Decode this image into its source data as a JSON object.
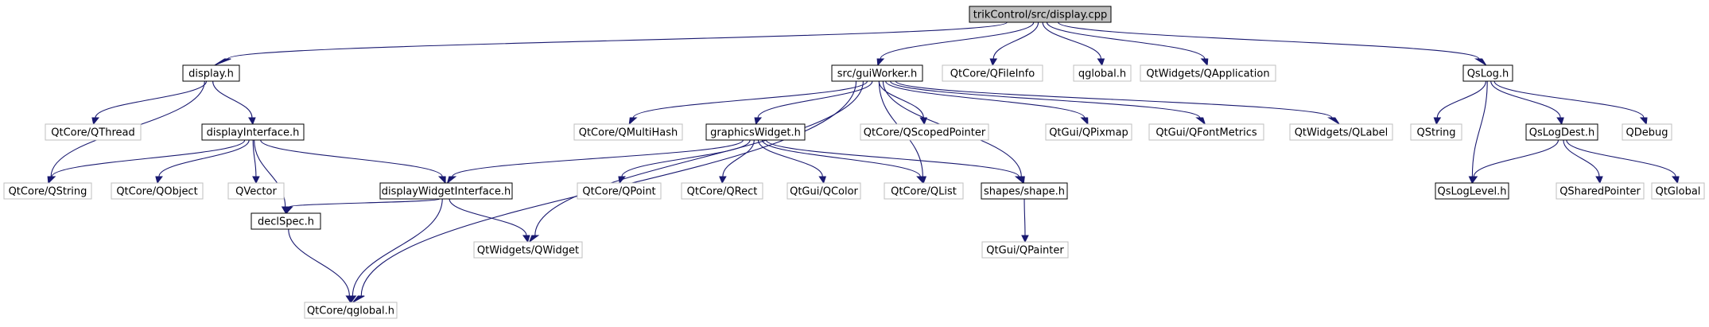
{
  "colors": {
    "edge": "#191970",
    "root_fill": "#bfbfbf",
    "project_border": "#000000",
    "external_border": "#bfbfbf",
    "node_fill": "#ffffff"
  },
  "nodes": [
    {
      "id": "display_cpp",
      "label": "trikControl/src/display.cpp",
      "kind": "root"
    },
    {
      "id": "display_h",
      "label": "display.h",
      "kind": "project"
    },
    {
      "id": "guiworker_h",
      "label": "src/guiWorker.h",
      "kind": "project"
    },
    {
      "id": "qfileinfo",
      "label": "QtCore/QFileInfo",
      "kind": "external"
    },
    {
      "id": "qglobal_h",
      "label": "qglobal.h",
      "kind": "external"
    },
    {
      "id": "qapplication",
      "label": "QtWidgets/QApplication",
      "kind": "external"
    },
    {
      "id": "qslog_h",
      "label": "QsLog.h",
      "kind": "project"
    },
    {
      "id": "qthread",
      "label": "QtCore/QThread",
      "kind": "external"
    },
    {
      "id": "displayinterface_h",
      "label": "displayInterface.h",
      "kind": "project"
    },
    {
      "id": "qmultihash",
      "label": "QtCore/QMultiHash",
      "kind": "external"
    },
    {
      "id": "graphicswidget_h",
      "label": "graphicsWidget.h",
      "kind": "project"
    },
    {
      "id": "qscopedpointer",
      "label": "QtCore/QScopedPointer",
      "kind": "external"
    },
    {
      "id": "qpixmap",
      "label": "QtGui/QPixmap",
      "kind": "external"
    },
    {
      "id": "qfontmetrics",
      "label": "QtGui/QFontMetrics",
      "kind": "external"
    },
    {
      "id": "qlabel",
      "label": "QtWidgets/QLabel",
      "kind": "external"
    },
    {
      "id": "qstring_core",
      "label": "QtCore/QString",
      "kind": "external"
    },
    {
      "id": "qobject",
      "label": "QtCore/QObject",
      "kind": "external"
    },
    {
      "id": "qvector",
      "label": "QVector",
      "kind": "external"
    },
    {
      "id": "displaywidgetinterface_h",
      "label": "displayWidgetInterface.h",
      "kind": "project"
    },
    {
      "id": "qpoint",
      "label": "QtCore/QPoint",
      "kind": "external"
    },
    {
      "id": "qrect",
      "label": "QtCore/QRect",
      "kind": "external"
    },
    {
      "id": "qcolor",
      "label": "QtGui/QColor",
      "kind": "external"
    },
    {
      "id": "qlist",
      "label": "QtCore/QList",
      "kind": "external"
    },
    {
      "id": "shape_h",
      "label": "shapes/shape.h",
      "kind": "project"
    },
    {
      "id": "declspec_h",
      "label": "declSpec.h",
      "kind": "project"
    },
    {
      "id": "qwidget",
      "label": "QtWidgets/QWidget",
      "kind": "external"
    },
    {
      "id": "qpainter",
      "label": "QtGui/QPainter",
      "kind": "external"
    },
    {
      "id": "qtcore_qglobal",
      "label": "QtCore/qglobal.h",
      "kind": "external"
    },
    {
      "id": "qstring",
      "label": "QString",
      "kind": "external"
    },
    {
      "id": "qslogdest_h",
      "label": "QsLogDest.h",
      "kind": "project"
    },
    {
      "id": "qdebug",
      "label": "QDebug",
      "kind": "external"
    },
    {
      "id": "qsloglevel_h",
      "label": "QsLogLevel.h",
      "kind": "project"
    },
    {
      "id": "qsharedpointer",
      "label": "QSharedPointer",
      "kind": "external"
    },
    {
      "id": "qtglobal",
      "label": "QtGlobal",
      "kind": "external"
    }
  ],
  "edges": [
    [
      "display_cpp",
      "display_h"
    ],
    [
      "display_cpp",
      "guiworker_h"
    ],
    [
      "display_cpp",
      "qfileinfo"
    ],
    [
      "display_cpp",
      "qglobal_h"
    ],
    [
      "display_cpp",
      "qapplication"
    ],
    [
      "display_cpp",
      "qslog_h"
    ],
    [
      "display_h",
      "qthread"
    ],
    [
      "display_h",
      "displayinterface_h"
    ],
    [
      "display_h",
      "qstring_core"
    ],
    [
      "displayinterface_h",
      "qstring_core"
    ],
    [
      "displayinterface_h",
      "qobject"
    ],
    [
      "displayinterface_h",
      "qvector"
    ],
    [
      "displayinterface_h",
      "displaywidgetinterface_h"
    ],
    [
      "displayinterface_h",
      "declspec_h"
    ],
    [
      "guiworker_h",
      "qtcore_qglobal"
    ],
    [
      "guiworker_h",
      "qwidget"
    ],
    [
      "guiworker_h",
      "qmultihash"
    ],
    [
      "guiworker_h",
      "graphicswidget_h"
    ],
    [
      "guiworker_h",
      "qscopedpointer"
    ],
    [
      "guiworker_h",
      "qlist"
    ],
    [
      "guiworker_h",
      "shape_h"
    ],
    [
      "guiworker_h",
      "qpixmap"
    ],
    [
      "guiworker_h",
      "qfontmetrics"
    ],
    [
      "guiworker_h",
      "qlabel"
    ],
    [
      "graphicswidget_h",
      "displaywidgetinterface_h"
    ],
    [
      "graphicswidget_h",
      "qpoint"
    ],
    [
      "graphicswidget_h",
      "qrect"
    ],
    [
      "graphicswidget_h",
      "qcolor"
    ],
    [
      "graphicswidget_h",
      "qlist"
    ],
    [
      "graphicswidget_h",
      "shape_h"
    ],
    [
      "displaywidgetinterface_h",
      "declspec_h"
    ],
    [
      "displaywidgetinterface_h",
      "qwidget"
    ],
    [
      "displaywidgetinterface_h",
      "qtcore_qglobal"
    ],
    [
      "declspec_h",
      "qtcore_qglobal"
    ],
    [
      "shape_h",
      "qpainter"
    ],
    [
      "qslog_h",
      "qstring"
    ],
    [
      "qslog_h",
      "qslogdest_h"
    ],
    [
      "qslog_h",
      "qdebug"
    ],
    [
      "qslog_h",
      "qsloglevel_h"
    ],
    [
      "qslogdest_h",
      "qsloglevel_h"
    ],
    [
      "qslogdest_h",
      "qsharedpointer"
    ],
    [
      "qslogdest_h",
      "qtglobal"
    ]
  ]
}
